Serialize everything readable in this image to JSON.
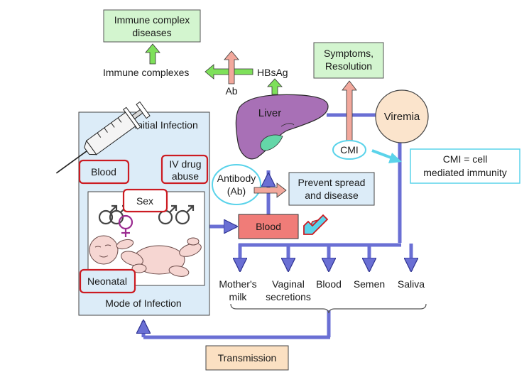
{
  "top": {
    "immune_complex_diseases": [
      "Immune complex",
      "diseases"
    ],
    "immune_complexes": "Immune complexes",
    "hbsag": "HBsAg",
    "ab": "Ab"
  },
  "symptoms": [
    "Symptoms,",
    "Resolution"
  ],
  "liver": "Liver",
  "viremia": "Viremia",
  "cmi": "CMI",
  "cmi_note": [
    "CMI = cell",
    "mediated immunity"
  ],
  "antibody": [
    "Antibody",
    "(Ab)"
  ],
  "prevent": [
    "Prevent spread",
    "and disease"
  ],
  "blood_center": "Blood",
  "infection_box": {
    "title": "Initial Infection",
    "footer": "Mode of Infection",
    "blood": "Blood",
    "iv_drug": [
      "IV drug",
      "abuse"
    ],
    "sex": "Sex",
    "neonatal": "Neonatal"
  },
  "fluids": [
    [
      "Mother's",
      "milk"
    ],
    [
      "Vaginal",
      "secretions"
    ],
    [
      "Blood"
    ],
    [
      "Semen"
    ],
    [
      "Saliva"
    ]
  ],
  "transmission": "Transmission",
  "colors": {
    "green_box": "#d3f5cf",
    "green_arrow": "#7ee05a",
    "pink_arrow": "#f2a89c",
    "blue_line": "#6a6fd4",
    "infection_bg": "#dcecf8",
    "liver": "#a870b6",
    "viremia": "#fbe4cc",
    "blood_box": "#f07c78",
    "transmission": "#fbe0c2",
    "highlight_red": "#cc1b22",
    "highlight_cyan": "#5ad3ea"
  }
}
